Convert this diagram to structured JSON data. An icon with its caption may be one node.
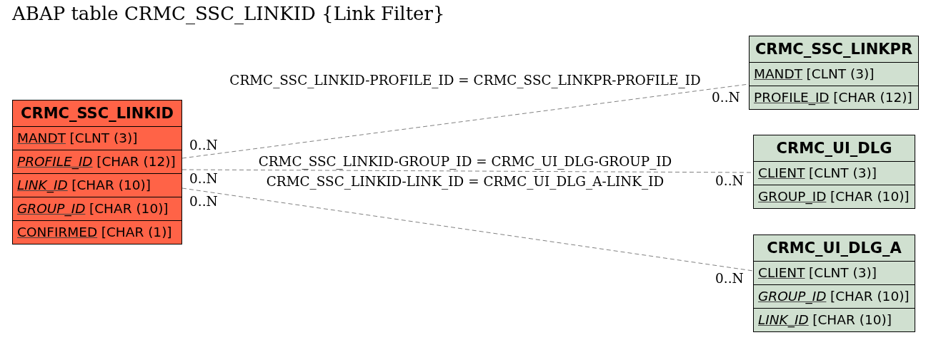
{
  "diagram": {
    "title": "ABAP table CRMC_SSC_LINKID {Link Filter}",
    "nodes": [
      {
        "text": [
          "CRMC_SSC_LINKID"
        ]
      },
      {
        "text": [
          "MANDT",
          "[CLNT (3)]"
        ],
        "in": 0
      },
      {
        "text": [
          "*PROFILE_ID*",
          "[CHAR (12)]"
        ],
        "in": 0
      },
      {
        "text": [
          "*LINK_ID*",
          "[CHAR (10)]"
        ],
        "in": 0
      },
      {
        "text": [
          "*GROUP_ID*",
          "[CHAR (10)]"
        ],
        "in": 0
      },
      {
        "text": [
          "CONFIRMED",
          "[CHAR (1)]"
        ],
        "in": 0
      },
      {
        "text": [
          "CRMC_SSC_LINKPR"
        ]
      },
      {
        "text": [
          "MANDT",
          "[CLNT (3)]"
        ],
        "in": 6
      },
      {
        "text": [
          "PROFILE_ID",
          "[CHAR (12)]"
        ],
        "in": 6
      },
      {
        "text": [
          "CRMC_UI_DLG"
        ]
      },
      {
        "text": [
          "CLIENT",
          "[CLNT (3)]"
        ],
        "in": 9
      },
      {
        "text": [
          "GROUP_ID",
          "[CHAR (10)]"
        ],
        "in": 9
      },
      {
        "text": [
          "CRMC_UI_DLG_A"
        ]
      },
      {
        "text": [
          "CLIENT",
          "[CLNT (3)]"
        ],
        "in": 12
      },
      {
        "text": [
          "*GROUP_ID*",
          "[CHAR (10)]"
        ],
        "in": 12
      },
      {
        "text": [
          "*LINK_ID*",
          "[CHAR (10)]"
        ],
        "in": 12
      }
    ],
    "edges": [
      {
        "from": 0,
        "to": 6,
        "arrow": "none",
        "style": "dashed",
        "label": "CRMC_SSC_LINKID-PROFILE_ID = CRMC_SSC_LINKPR-PROFILE_ID"
      },
      {
        "from": 0,
        "to": 9,
        "arrow": "none",
        "style": "dashed",
        "label": "CRMC_SSC_LINKID-GROUP_ID = CRMC_UI_DLG-GROUP_ID"
      },
      {
        "from": 0,
        "to": 12,
        "arrow": "none",
        "style": "dashed",
        "label": "CRMC_SSC_LINKID-LINK_ID = CRMC_UI_DLG_A-LINK_ID"
      }
    ],
    "labels": [
      "0..N",
      "0..N",
      "0..N",
      "0..N",
      "0..N",
      "0..N"
    ]
  }
}
